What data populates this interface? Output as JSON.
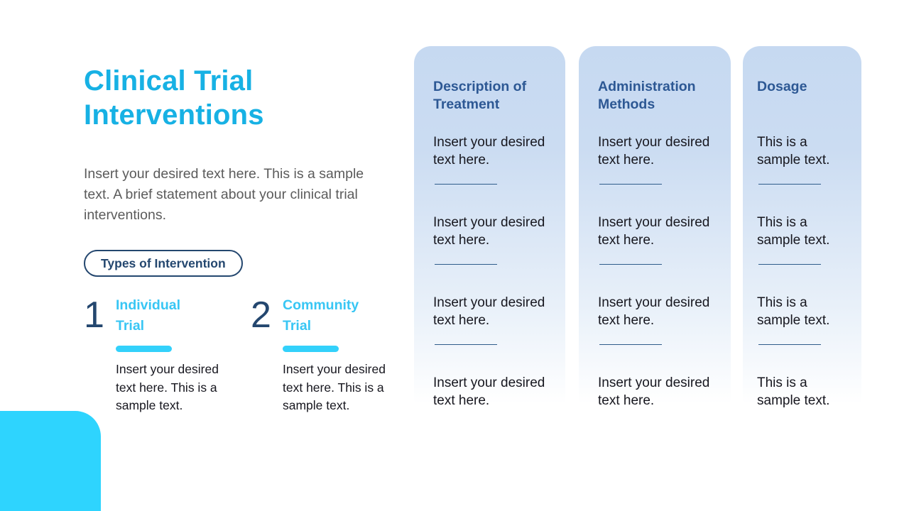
{
  "slide": {
    "title": "Clinical Trial Interventions",
    "subtitle": "Insert your desired text here. This is a sample text. A brief statement about your clinical trial interventions.",
    "badge_label": "Types of Intervention",
    "interventions": [
      {
        "number": "1",
        "title": "Individual Trial",
        "text": "Insert your desired text here. This is a sample text."
      },
      {
        "number": "2",
        "title": "Community Trial",
        "text": "Insert your desired text here. This is a sample text."
      }
    ],
    "columns": [
      {
        "header": "Description of Treatment",
        "items": [
          "Insert your desired text here.",
          "Insert your desired text here.",
          "Insert your desired text here.",
          "Insert your desired text here."
        ]
      },
      {
        "header": "Administration Methods",
        "items": [
          "Insert your desired text here.",
          "Insert your desired text here.",
          "Insert your desired text here.",
          "Insert your desired text here."
        ]
      },
      {
        "header": "Dosage",
        "items": [
          "This is a sample text.",
          "This is a sample text.",
          "This is a sample text.",
          "This is a sample text."
        ]
      }
    ],
    "colors": {
      "title_cyan": "#17B1E4",
      "bright_cyan": "#38C6F4",
      "bar_cyan": "#33D1FB",
      "shape_cyan": "#2ED4FE",
      "navy": "#24476F",
      "header_navy": "#2D5894",
      "separator_blue": "#2E5C8A",
      "body_text": "#17171F",
      "muted_gray": "#5B5B5B",
      "column_bg_top": "#C6D9F1"
    }
  }
}
